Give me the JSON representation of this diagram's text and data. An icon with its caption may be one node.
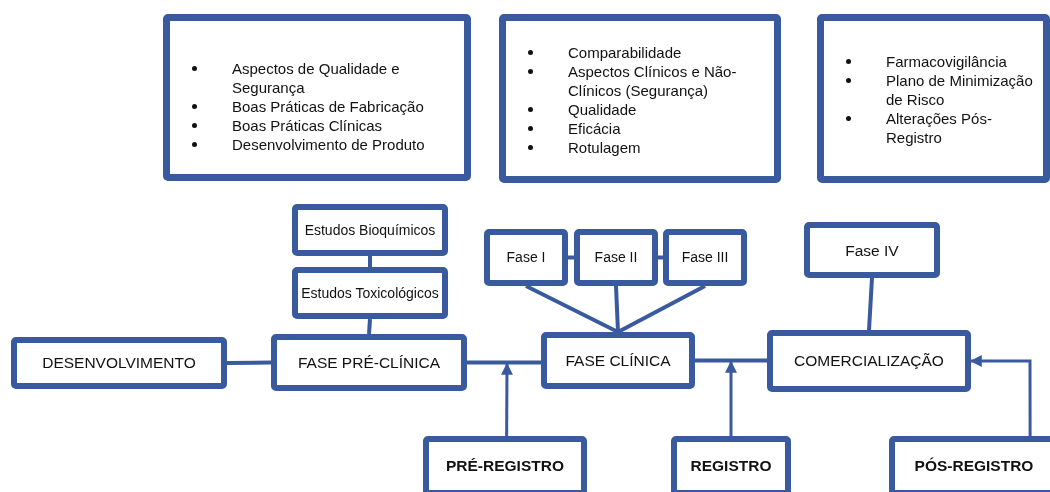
{
  "diagram": {
    "nodes": [
      {
        "text": [
          "Aspectos de Qualidade e Segurança",
          "Boas Práticas de Fabricação",
          "Boas Práticas Clínicas",
          "Desenvolvimento de Produto"
        ]
      },
      {
        "text": [
          "Comparabilidade",
          "Aspectos Clínicos e Não-Clínicos (Segurança)",
          "Qualidade",
          "Eficácia",
          "Rotulagem"
        ]
      },
      {
        "text": [
          "Farmacovigilância",
          "Plano de Minimização de Risco",
          "Alterações Pós-Registro"
        ]
      },
      {
        "text": [
          "Estudos Bioquímicos"
        ]
      },
      {
        "text": [
          "Estudos Toxicológicos"
        ]
      },
      {
        "text": [
          "DESENVOLVIMENTO"
        ]
      },
      {
        "text": [
          "FASE PRÉ-CLÍNICA"
        ]
      },
      {
        "text": [
          "Fase I"
        ]
      },
      {
        "text": [
          "Fase II"
        ]
      },
      {
        "text": [
          "Fase III"
        ]
      },
      {
        "text": [
          "FASE CLÍNICA"
        ]
      },
      {
        "text": [
          "Fase IV"
        ]
      },
      {
        "text": [
          "COMERCIALIZAÇÃO"
        ]
      },
      {
        "text": [
          "PRÉ-REGISTRO"
        ]
      },
      {
        "text": [
          "REGISTRO"
        ]
      },
      {
        "text": [
          "PÓS-REGISTRO"
        ]
      }
    ],
    "edges": [
      {
        "from": 3,
        "to": 4,
        "arrow": "none"
      },
      {
        "from": 4,
        "to": 6,
        "arrow": "none"
      },
      {
        "from": 5,
        "to": 6,
        "arrow": "none"
      },
      {
        "from": 6,
        "to": 10,
        "arrow": "none"
      },
      {
        "from": 7,
        "to": 8,
        "arrow": "none"
      },
      {
        "from": 8,
        "to": 9,
        "arrow": "none"
      },
      {
        "from": 7,
        "to": 10,
        "arrow": "none"
      },
      {
        "from": 8,
        "to": 10,
        "arrow": "none"
      },
      {
        "from": 9,
        "to": 10,
        "arrow": "none"
      },
      {
        "from": 10,
        "to": 12,
        "arrow": "none"
      },
      {
        "from": 11,
        "to": 12,
        "arrow": "none"
      },
      {
        "from": 13,
        "to": null,
        "arrow": "to"
      },
      {
        "from": 14,
        "to": null,
        "arrow": "to"
      },
      {
        "from": 15,
        "to": 12,
        "arrow": "to"
      }
    ]
  }
}
